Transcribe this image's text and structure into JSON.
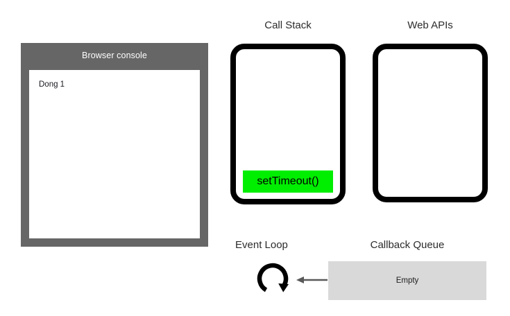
{
  "diagram": {
    "title_semantics": "javascript-event-loop-diagram",
    "colors": {
      "console_panel": "#666666",
      "console_body": "#ffffff",
      "stack_frame_green": "#00ee00",
      "callback_queue_gray": "#d9d9d9",
      "box_border": "#000000",
      "arrow_gray": "#595959"
    }
  },
  "console": {
    "title": "Browser console",
    "lines": [
      "Dong 1"
    ]
  },
  "call_stack": {
    "title": "Call Stack",
    "frames": [
      "setTimeout()"
    ]
  },
  "web_apis": {
    "title": "Web APIs",
    "items": []
  },
  "event_loop": {
    "title": "Event Loop",
    "icon": "circular-arrow-icon"
  },
  "callback_queue": {
    "title": "Callback Queue",
    "status": "Empty"
  },
  "flow": {
    "arrow_icon": "arrow-left-icon",
    "direction": "callback-queue-to-event-loop"
  }
}
